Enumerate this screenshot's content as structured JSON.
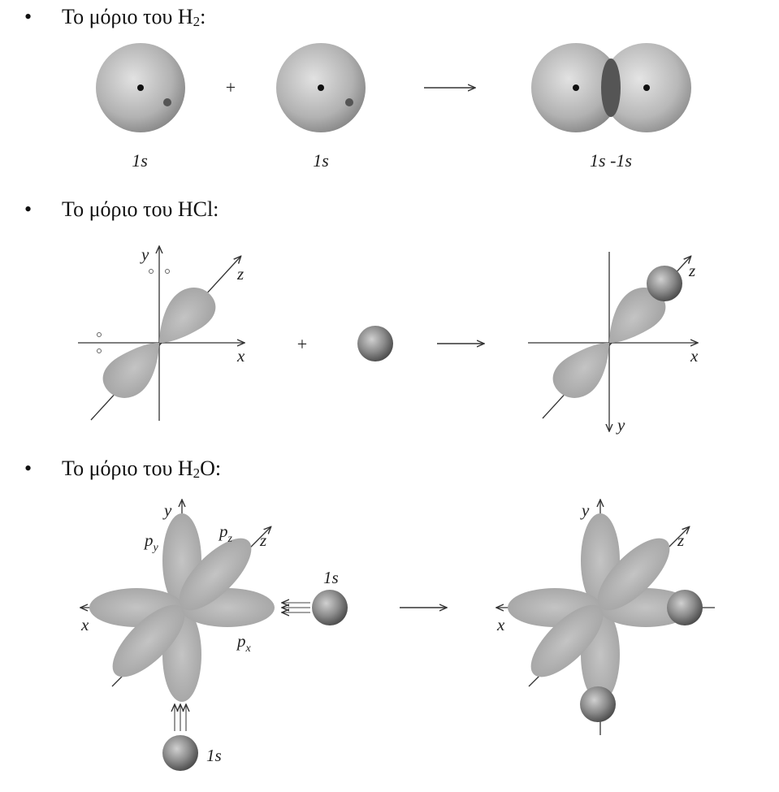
{
  "sections": [
    {
      "bullet": "•",
      "prefix": "Το μόριο του H",
      "sub": "2",
      "suffix": ":",
      "labels": {
        "s1": "1s",
        "s2": "1s",
        "result": "1s -1s",
        "plus": "+"
      }
    },
    {
      "bullet": "•",
      "prefix": "Το μόριο του HCl",
      "sub": "",
      "suffix": ":",
      "labels": {
        "x": "x",
        "y": "y",
        "z": "z",
        "plus": "+"
      }
    },
    {
      "bullet": "•",
      "prefix": "Το μόριο του H",
      "sub": "2",
      "suffix": "O:",
      "labels": {
        "x": "x",
        "y": "y",
        "z": "z",
        "py": "p",
        "py_sub": "y",
        "pz": "p",
        "pz_sub": "z",
        "px": "p",
        "px_sub": "x",
        "s_right": "1s",
        "s_bottom": "1s"
      }
    }
  ],
  "colors": {
    "lobe": "#b4b4b4",
    "sphere": "#a8a8a8",
    "overlap": "#555555",
    "axis": "#333333"
  }
}
